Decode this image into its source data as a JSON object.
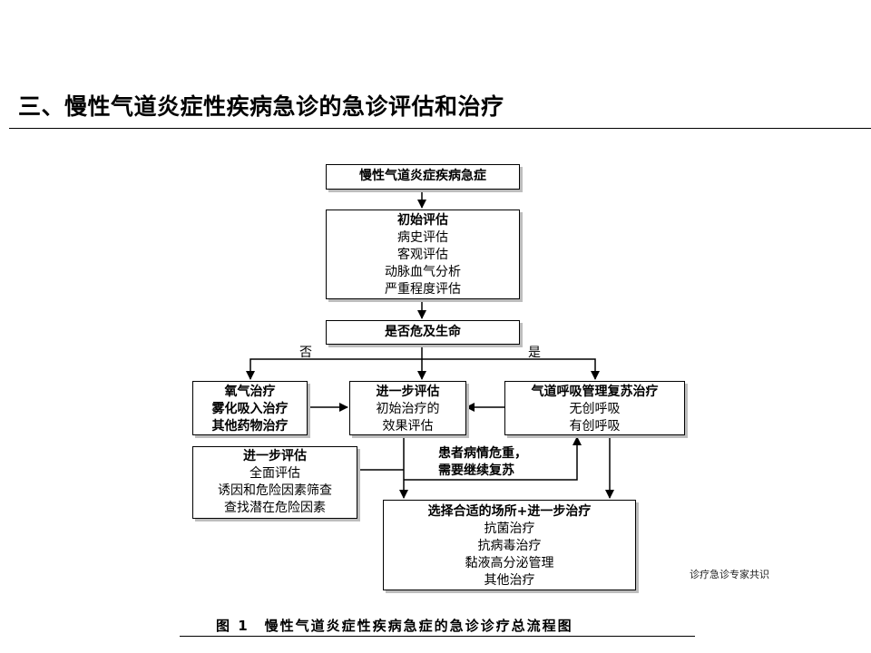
{
  "slide": {
    "title": "三、慢性气道炎症性疾病急诊的急诊评估和治疗"
  },
  "flowchart": {
    "start": "慢性气道炎症疾病急症",
    "initial": {
      "heading": "初始评估",
      "items": [
        "病史评估",
        "客观评估",
        "动脉血气分析",
        "严重程度评估"
      ]
    },
    "decision": "是否危及生命",
    "no_label": "否",
    "yes_label": "是",
    "left": [
      "氧气治疗",
      "雾化吸入治疗",
      "其他药物治疗"
    ],
    "middle": {
      "heading": "进一步评估",
      "items": [
        "初始治疗的",
        "效果评估"
      ]
    },
    "right": {
      "heading": "气道呼吸管理复苏治疗",
      "items": [
        "无创呼吸",
        "有创呼吸"
      ]
    },
    "further_eval": {
      "heading": "进一步评估",
      "items": [
        "全面评估",
        "诱因和危险因素筛查",
        "查找潜在危险因素"
      ]
    },
    "note": [
      "患者病情危重，",
      "需要继续复苏"
    ],
    "final": {
      "heading": "选择合适的场所+进一步治疗",
      "items": [
        "抗菌治疗",
        "抗病毒治疗",
        "黏液高分泌管理",
        "其他治疗"
      ]
    }
  },
  "source_text": "诊疗急诊专家共识",
  "caption": "图 1　慢性气道炎症性疾病急症的急诊诊疗总流程图",
  "colors": {
    "line": "#000000",
    "shadow": "#bdbdbd",
    "background": "#ffffff"
  }
}
